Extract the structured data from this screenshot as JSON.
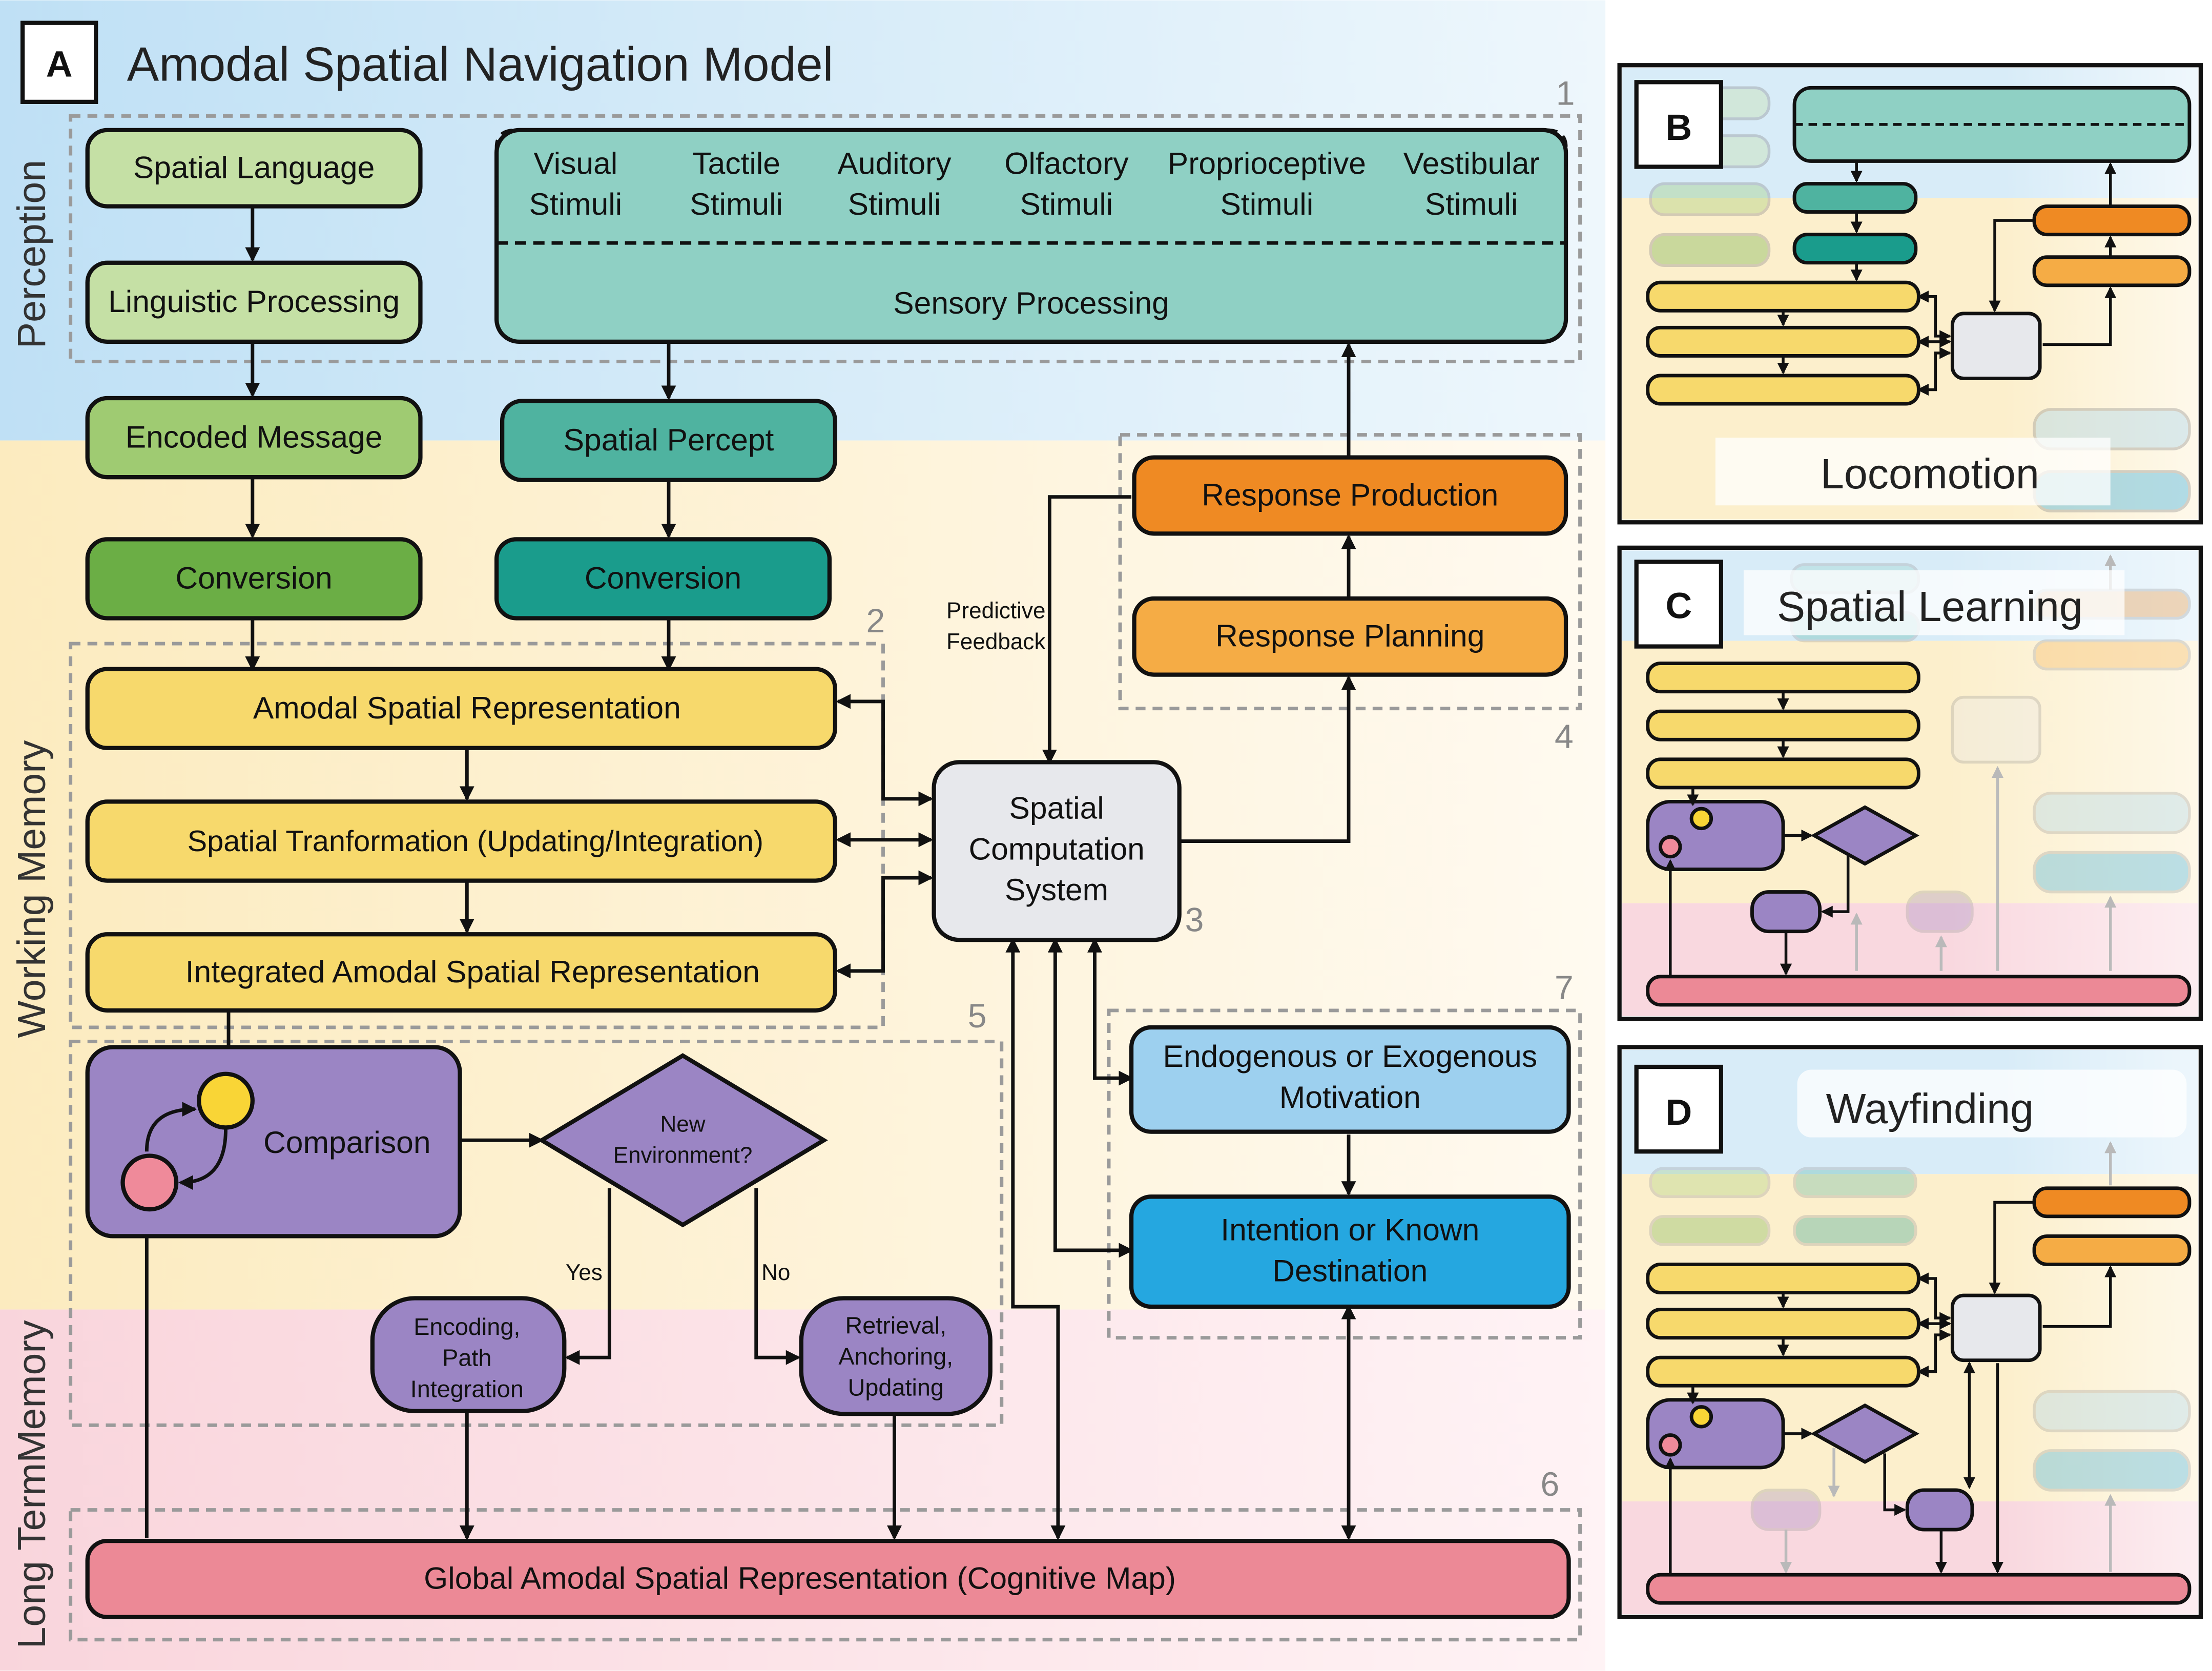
{
  "panel_a": {
    "letter": "A",
    "title": "Amodal Spatial Navigation Model",
    "zones": {
      "perception": "Perception",
      "working_memory": "Working Memory",
      "long_term_memory": "Long TermMemory"
    },
    "region_numbers": [
      "1",
      "2",
      "3",
      "4",
      "5",
      "6",
      "7"
    ],
    "nodes": {
      "spatial_language": "Spatial Language",
      "linguistic_processing": "Linguistic Processing",
      "encoded_message": "Encoded Message",
      "conversion_left": "Conversion",
      "stimuli": [
        [
          "Visual",
          "Stimuli"
        ],
        [
          "Tactile",
          "Stimuli"
        ],
        [
          "Auditory",
          "Stimuli"
        ],
        [
          "Olfactory",
          "Stimuli"
        ],
        [
          "Proprioceptive",
          "Stimuli"
        ],
        [
          "Vestibular",
          "Stimuli"
        ]
      ],
      "sensory_processing": "Sensory Processing",
      "spatial_percept": "Spatial Percept",
      "conversion_right": "Conversion",
      "amodal_spatial_representation": "Amodal Spatial Representation",
      "spatial_transformation": "Spatial Tranformation (Updating/Integration)",
      "integrated_amodal": "Integrated Amodal Spatial Representation",
      "spatial_computation_system": [
        "Spatial",
        "Computation",
        "System"
      ],
      "response_production": "Response Production",
      "response_planning": "Response Planning",
      "predictive_feedback": [
        "Predictive",
        "Feedback"
      ],
      "comparison": "Comparison",
      "new_environment": [
        "New",
        "Environment?"
      ],
      "yes": "Yes",
      "no": "No",
      "encoding": [
        "Encoding,",
        "Path",
        "Integration"
      ],
      "retrieval": [
        "Retrieval,",
        "Anchoring,",
        "Updating"
      ],
      "motivation": [
        "Endogenous or Exogenous",
        "Motivation"
      ],
      "intention": [
        "Intention or Known",
        "Destination"
      ],
      "global_map": "Global Amodal Spatial Representation (Cognitive Map)"
    }
  },
  "panel_b": {
    "letter": "B",
    "title": "Locomotion"
  },
  "panel_c": {
    "letter": "C",
    "title": "Spatial Learning"
  },
  "panel_d": {
    "letter": "D",
    "title": "Wayfinding"
  },
  "colors": {
    "perception_bg": "#cfe7f7",
    "working_bg": "#fdf2d3",
    "longterm_bg": "#fbe0e6",
    "light_green": "#c5e0a5",
    "mid_green": "#9fcb72",
    "dark_green": "#6bae45",
    "teal_light": "#8fd0c4",
    "teal_mid": "#4fb3a0",
    "teal_dark": "#1a9c8c",
    "yellow": "#f7d96c",
    "purple": "#9b85c4",
    "orange_dark": "#ef8a23",
    "orange_light": "#f5ac45",
    "light_blue": "#9dd0ef",
    "mid_blue": "#25a7e0",
    "pink_bar": "#ec8996",
    "gray_box": "#e7e8ec",
    "yellow_dot": "#f9d536",
    "pink_dot": "#ef8a9a"
  }
}
